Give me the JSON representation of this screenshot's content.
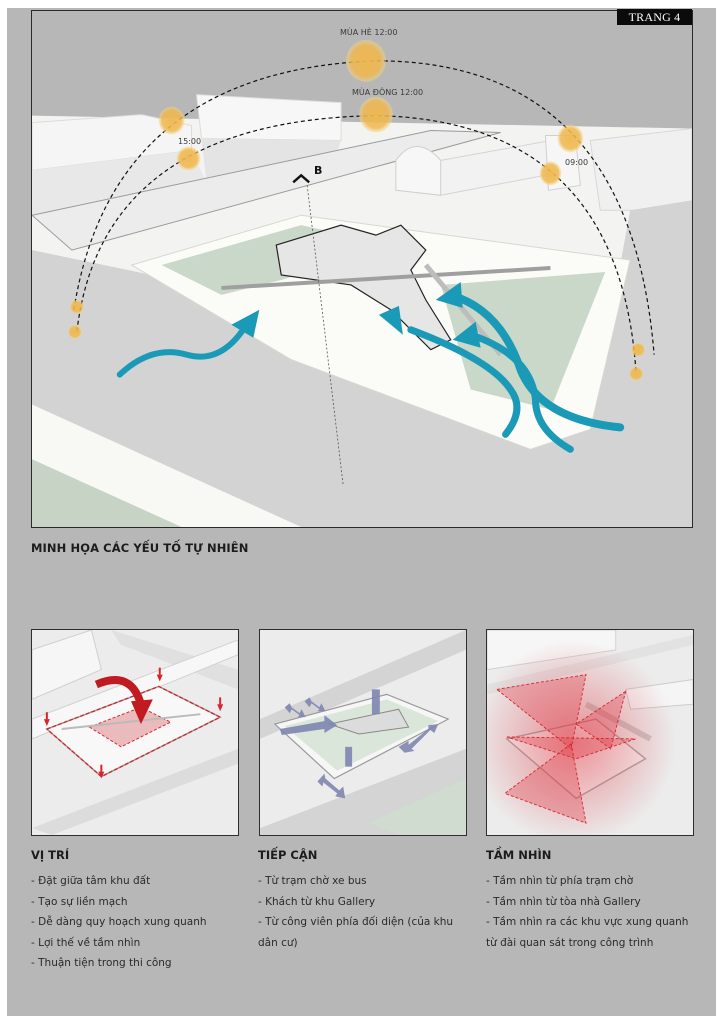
{
  "page": {
    "page_tag": "TRANG 4",
    "section_title": "MINH HỌA CÁC YẾU TỐ TỰ NHIÊN"
  },
  "main_diagram": {
    "sun_labels": {
      "summer_noon": "MÙA HÈ 12:00",
      "winter_noon": "MÙA ĐÔNG 12:00",
      "afternoon": "15:00",
      "morning": "09:00"
    },
    "section_marker": "B",
    "colors": {
      "sun": "#f0b84e",
      "wind": "#1b9ab8",
      "grass": "#c9d8c8",
      "road": "#d4d4d4"
    }
  },
  "columns": [
    {
      "title": "VỊ TRÍ",
      "items": [
        "- Đặt giữa tâm khu đất",
        "- Tạo sự liền mạch",
        "- Dễ dàng quy hoạch xung quanh",
        "- Lợi thế về tầm nhìn",
        "- Thuận tiện trong thi công"
      ]
    },
    {
      "title": "TIẾP CẬN",
      "items": [
        "- Từ trạm chờ xe bus",
        "- Khách từ khu Gallery",
        "- Từ công viên phía đối diện (của khu dân cư)"
      ]
    },
    {
      "title": "TẦM NHÌN",
      "items": [
        "- Tầm nhìn từ phía trạm chờ",
        "- Tầm nhìn từ tòa nhà Gallery",
        "- Tầm nhìn ra các khu vực xung quanh từ đài quan sát trong công trình"
      ]
    }
  ],
  "thumbnail_colors": {
    "location_red": "#d8232a",
    "access_arrow": "#7f86b0",
    "view_red": "#e0404a"
  }
}
